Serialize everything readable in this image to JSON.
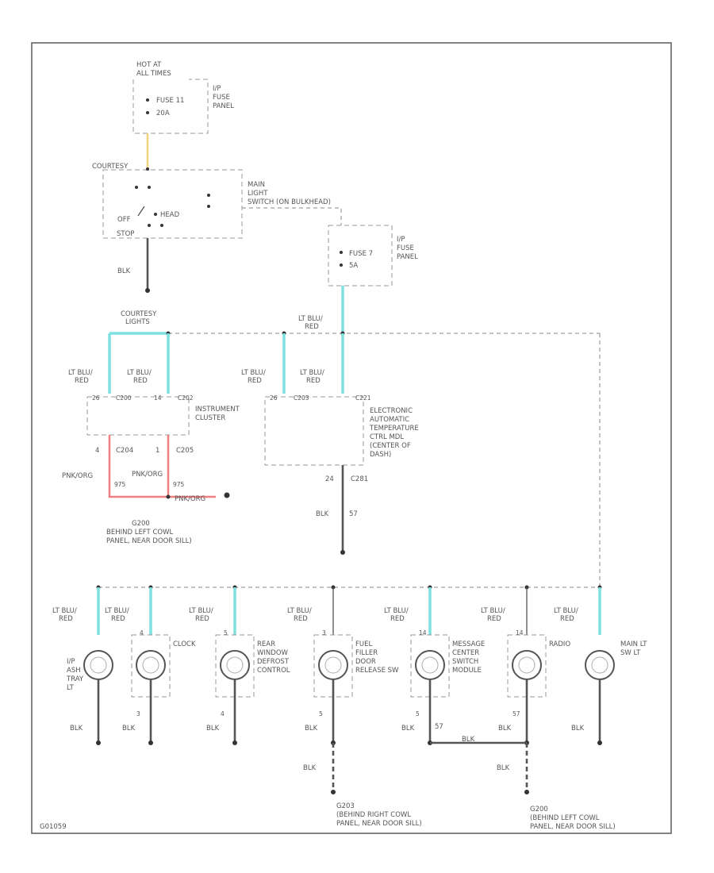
{
  "diagram": {
    "code": "G01059",
    "power": {
      "line1": "HOT AT",
      "line2": "ALL TIMES"
    },
    "fuse11": {
      "name": "FUSE 11",
      "amps": "20A",
      "panel1": "I/P",
      "panel2": "FUSE",
      "panel3": "PANEL"
    },
    "fuse7": {
      "name": "FUSE 7",
      "amps": "5A",
      "panel1": "I/P",
      "panel2": "FUSE",
      "panel3": "PANEL"
    },
    "headlight_switch": {
      "courtesy": "COURTESY",
      "off": "OFF",
      "head": "HEAD",
      "stop": "STOP",
      "label1": "MAIN",
      "label2": "LIGHT",
      "label3": "SWITCH (ON BULKHEAD)"
    },
    "blk": "BLK",
    "courtesy_lights": {
      "line1": "COURTESY",
      "line2": "LIGHTS"
    },
    "ltblu_red": {
      "line1": "LT BLU/",
      "line2": "RED"
    },
    "instrument_cluster": {
      "line1": "INSTRUMENT",
      "line2": "CLUSTER",
      "c200": "C200",
      "c202": "C202",
      "pin_a": "26",
      "pin_b": "14"
    },
    "eatc": {
      "line1": "ELECTRONIC",
      "line2": "AUTOMATIC",
      "line3": "TEMPERATURE",
      "line4": "CTRL MDL",
      "line5": "(CENTER OF",
      "line6": "DASH)",
      "c203": "C203",
      "c221": "C221",
      "c281": "C281",
      "pin_26": "26",
      "pin_24": "24",
      "pin_57": "57"
    },
    "cluster_ground": {
      "c204": "C204",
      "c205": "C205",
      "pin4": "4",
      "pin1": "1",
      "wire1": "PNK/ORG",
      "wire2": "PNK/ORG",
      "pin_a": "975",
      "pin_b": "975",
      "wire3": "PNK/ORG",
      "g200": "G200",
      "g200_loc1": "BEHIND LEFT COWL",
      "g200_loc2": "PANEL, NEAR DOOR SILL)"
    },
    "lamps": [
      {
        "line1": "I/P",
        "line2": "ASH",
        "line3": "TRAY",
        "line4": "LT",
        "pin": "",
        "gpin": ""
      },
      {
        "line1": "CLOCK",
        "line2": "",
        "line3": "",
        "line4": "",
        "pin": "4",
        "gpin": "3"
      },
      {
        "line1": "REAR",
        "line2": "WINDOW",
        "line3": "DEFROST",
        "line4": "CONTROL",
        "pin": "5",
        "gpin": "4"
      },
      {
        "line1": "FUEL",
        "line2": "FILLER",
        "line3": "DOOR",
        "line4": "RELEASE SW",
        "pin": "3",
        "gpin": "5"
      },
      {
        "line1": "MESSAGE",
        "line2": "CENTER",
        "line3": "SWITCH",
        "line4": "MODULE",
        "pin": "14",
        "gpin": "5"
      },
      {
        "line1": "RADIO",
        "line2": "",
        "line3": "",
        "line4": "",
        "pin": "14",
        "gpin": "57"
      },
      {
        "line1": "MAIN LT",
        "line2": "SW LT",
        "line3": "",
        "line4": "",
        "pin": "",
        "gpin": ""
      }
    ],
    "ground_57": "57",
    "g203": {
      "name": "G203",
      "loc1": "(BEHIND RIGHT COWL",
      "loc2": "PANEL, NEAR DOOR SILL)"
    },
    "g200b": {
      "name": "G200",
      "loc1": "(BEHIND LEFT COWL",
      "loc2": "PANEL, NEAR DOOR SILL)"
    }
  },
  "colors": {
    "ltblu": "#7fe0e0",
    "pnk": "#f08080",
    "yel": "#f3d27a"
  }
}
